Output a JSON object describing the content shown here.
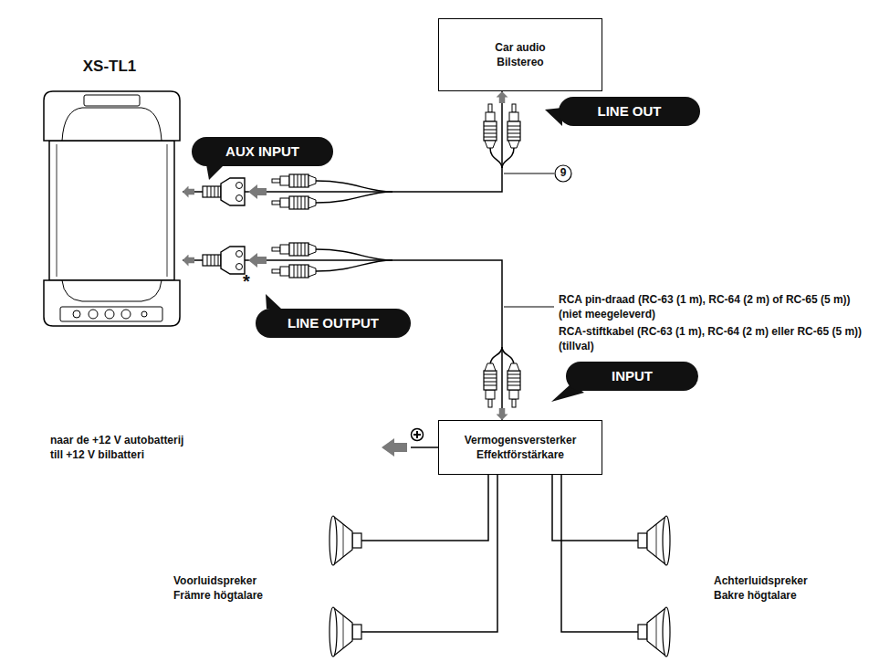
{
  "diagram": {
    "nodes": [
      {
        "text": [
          "XS-TL1"
        ]
      },
      {
        "text": [
          "AUX INPUT"
        ]
      },
      {
        "text": [
          "LINE OUTPUT"
        ]
      },
      {
        "text": [
          "Car audio",
          "Bilstereo"
        ]
      },
      {
        "text": [
          "LINE OUT"
        ]
      },
      {
        "text": [
          "INPUT"
        ]
      },
      {
        "text": [
          "Vermogensversterker",
          "Effektförstärkare"
        ]
      }
    ],
    "edges": [
      {
        "from": 0,
        "to": 3,
        "arrow": "both"
      },
      {
        "from": 0,
        "to": 6,
        "arrow": "both"
      }
    ],
    "labels": [
      "9",
      "RCA pin-draad (RC-63 (1 m), RC-64 (2 m) of RC-65 (5 m)) (niet meegeleverd)",
      "RCA-stiftkabel (RC-63 (1 m), RC-64 (2 m) eller RC-65 (5 m)) (tillval)",
      "*",
      "naar de +12 V autobatterij",
      "till +12 V bilbatteri",
      "Voorluidspreker",
      "Främre högtalare",
      "Achterluidspreker",
      "Bakre högtalare"
    ]
  }
}
